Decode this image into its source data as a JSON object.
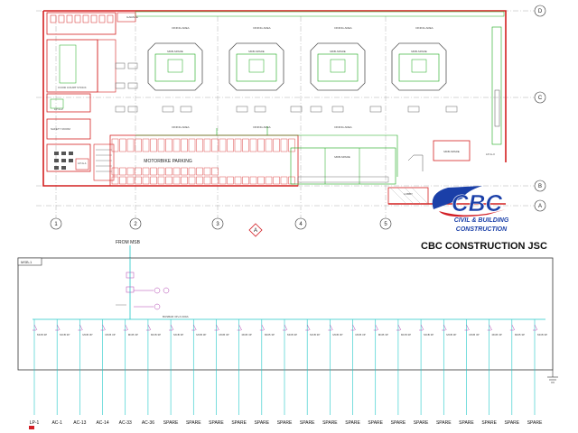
{
  "logo": {
    "mark": "CBC",
    "line1": "CIVIL & BUILDING",
    "line2": "CONSTRUCTION"
  },
  "company_name": "CBC CONSTRUCTION JSC",
  "floor_plan": {
    "grid_columns": [
      "1",
      "2",
      "3",
      "4",
      "5"
    ],
    "grid_rows": [
      "D",
      "C",
      "B",
      "A"
    ],
    "section_marker": "A",
    "labels": {
      "motorbike_parking": "MOTORBIKE PARKING",
      "lp_g2": "LP-G-2",
      "lp_g1": "LP-G-1",
      "lp_g3": "LP-G-3",
      "mdb_spare": "MDB-SPARE",
      "dining_area": "DINING AREA",
      "food_court_stock": "FOOD COURT STOCK",
      "safety_room": "SAFETY ROOM",
      "garage": "GARAGE",
      "lobby": "LOBBY"
    }
  },
  "single_line": {
    "source_label": "FROM MSB",
    "panel_label": "MSB-1",
    "busbar_label": "BUSBAR 3P+N 400A",
    "breaker_rating": "MCB 3P",
    "feeders": [
      "LP-1",
      "AC-1",
      "AC-13",
      "AC-14",
      "AC-33",
      "AC-36",
      "SPARE",
      "SPARE",
      "SPARE",
      "SPARE",
      "SPARE",
      "SPARE",
      "SPARE",
      "SPARE",
      "SPARE",
      "SPARE",
      "SPARE",
      "SPARE",
      "SPARE",
      "SPARE",
      "SPARE",
      "SPARE",
      "SPARE"
    ]
  },
  "colors": {
    "wall": "#d42020",
    "furniture": "#18a818",
    "cable": "#22c8c8",
    "symbol": "#b040b0",
    "brand_blue": "#1a3fa8",
    "brand_red": "#d21e25"
  }
}
